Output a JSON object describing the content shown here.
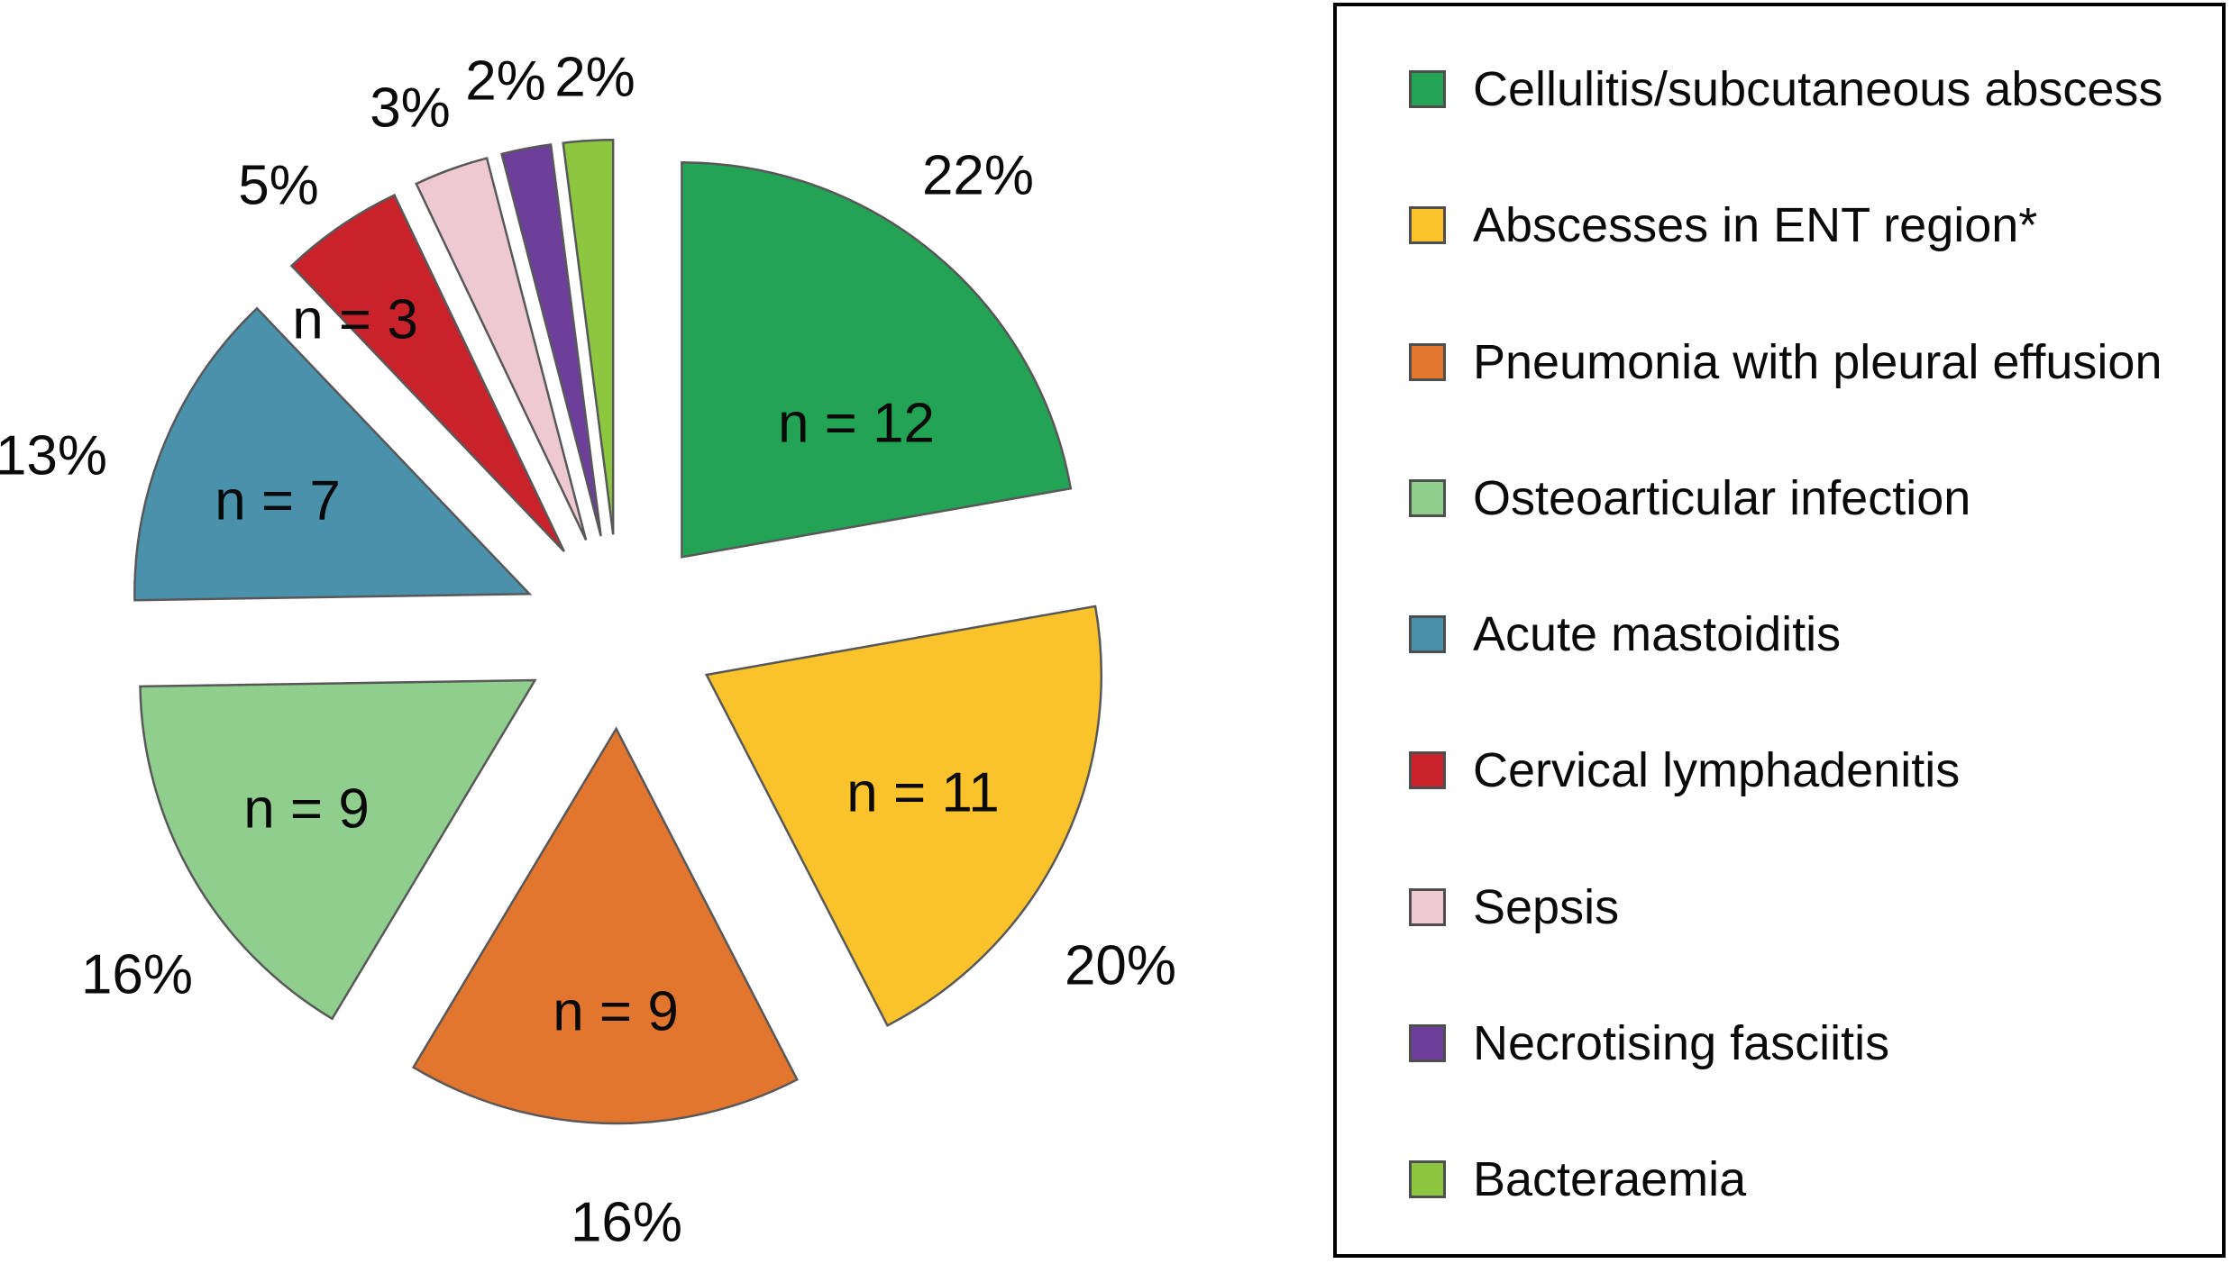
{
  "chart_data": {
    "type": "pie",
    "title": "",
    "direction": "clockwise",
    "start_angle_deg": 0,
    "legend_position": "right",
    "background": "#FFFFFF",
    "slice_outline_color": "#58585A",
    "legend_border_color": "#000000",
    "slices": [
      {
        "label": "Cellulitis/subcutaneous abscess",
        "percent": 22,
        "percent_label": "22%",
        "n": 12,
        "n_label": "n = 12",
        "color": "#23A455"
      },
      {
        "label": "Abscesses in ENT region*",
        "percent": 20,
        "percent_label": "20%",
        "n": 11,
        "n_label": "n = 11",
        "color": "#FBC32B"
      },
      {
        "label": "Pneumonia with pleural effusion",
        "percent": 16,
        "percent_label": "16%",
        "n": 9,
        "n_label": "n = 9",
        "color": "#E2762E"
      },
      {
        "label": "Osteoarticular infection",
        "percent": 16,
        "percent_label": "16%",
        "n": 9,
        "n_label": "n = 9",
        "color": "#8FCE8D"
      },
      {
        "label": "Acute mastoiditis",
        "percent": 13,
        "percent_label": "13%",
        "n": 7,
        "n_label": "n = 7",
        "color": "#4A92AC"
      },
      {
        "label": "Cervical lymphadenitis",
        "percent": 5,
        "percent_label": "5%",
        "n": 3,
        "n_label": "n = 3",
        "color": "#C9222A"
      },
      {
        "label": "Sepsis",
        "percent": 3,
        "percent_label": "3%",
        "color": "#EFC9D1"
      },
      {
        "label": "Necrotising fasciitis",
        "percent": 2,
        "percent_label": "2%",
        "color": "#6E3F9A"
      },
      {
        "label": "Bacteraemia",
        "percent": 2,
        "percent_label": "2%",
        "color": "#8DC63F"
      }
    ]
  }
}
